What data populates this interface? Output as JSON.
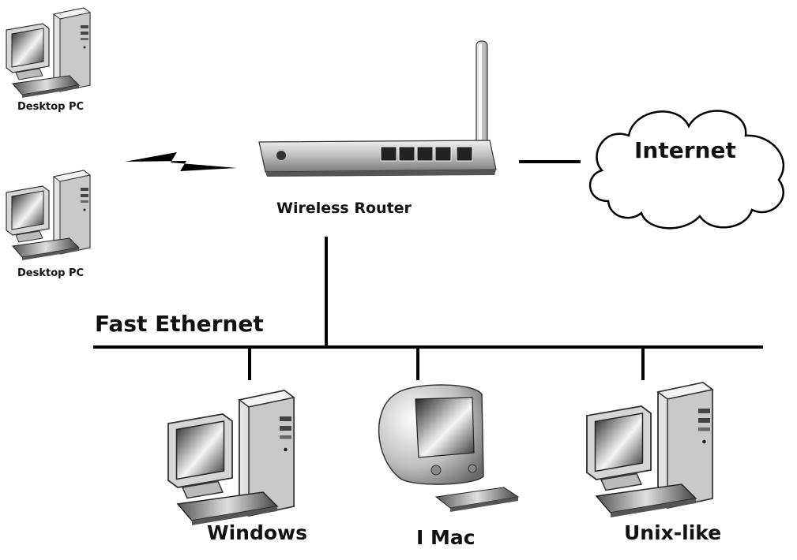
{
  "nodes": {
    "desktop_pc_1": {
      "label": "Desktop PC"
    },
    "desktop_pc_2": {
      "label": "Desktop PC"
    },
    "router": {
      "label": "Wireless Router"
    },
    "internet": {
      "label": "Internet"
    },
    "network": {
      "label": "Fast Ethernet"
    },
    "windows": {
      "label": "Windows"
    },
    "imac": {
      "label": "I Mac"
    },
    "unix": {
      "label": "Unix-like"
    }
  },
  "colors": {
    "line": "#000000",
    "device_body": "#d8d8d8",
    "device_shadow": "#8a8a8a"
  }
}
